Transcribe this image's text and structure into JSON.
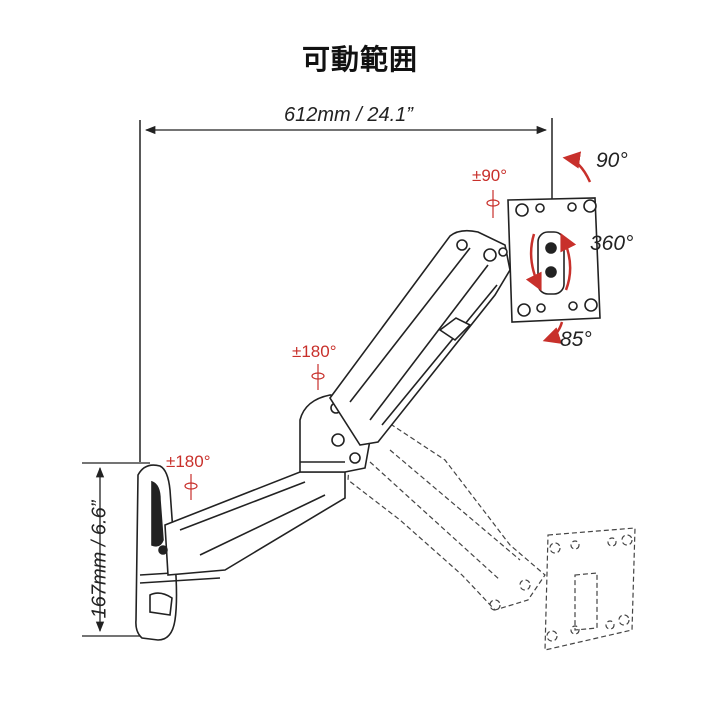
{
  "title": "可動範囲",
  "dimensions": {
    "reach": "612mm / 24.1”",
    "height": "167mm / 6.6”"
  },
  "rotations": {
    "wall_swivel": "±180°",
    "elbow_swivel": "±180°",
    "head_swivel": "±90°"
  },
  "tilt": {
    "up": "90°",
    "down": "85°",
    "rotation": "360°"
  },
  "colors": {
    "accent": "#c8302b",
    "line": "#222222"
  },
  "icons": [
    "rotation-axis-icon",
    "curved-arrow-icon"
  ]
}
